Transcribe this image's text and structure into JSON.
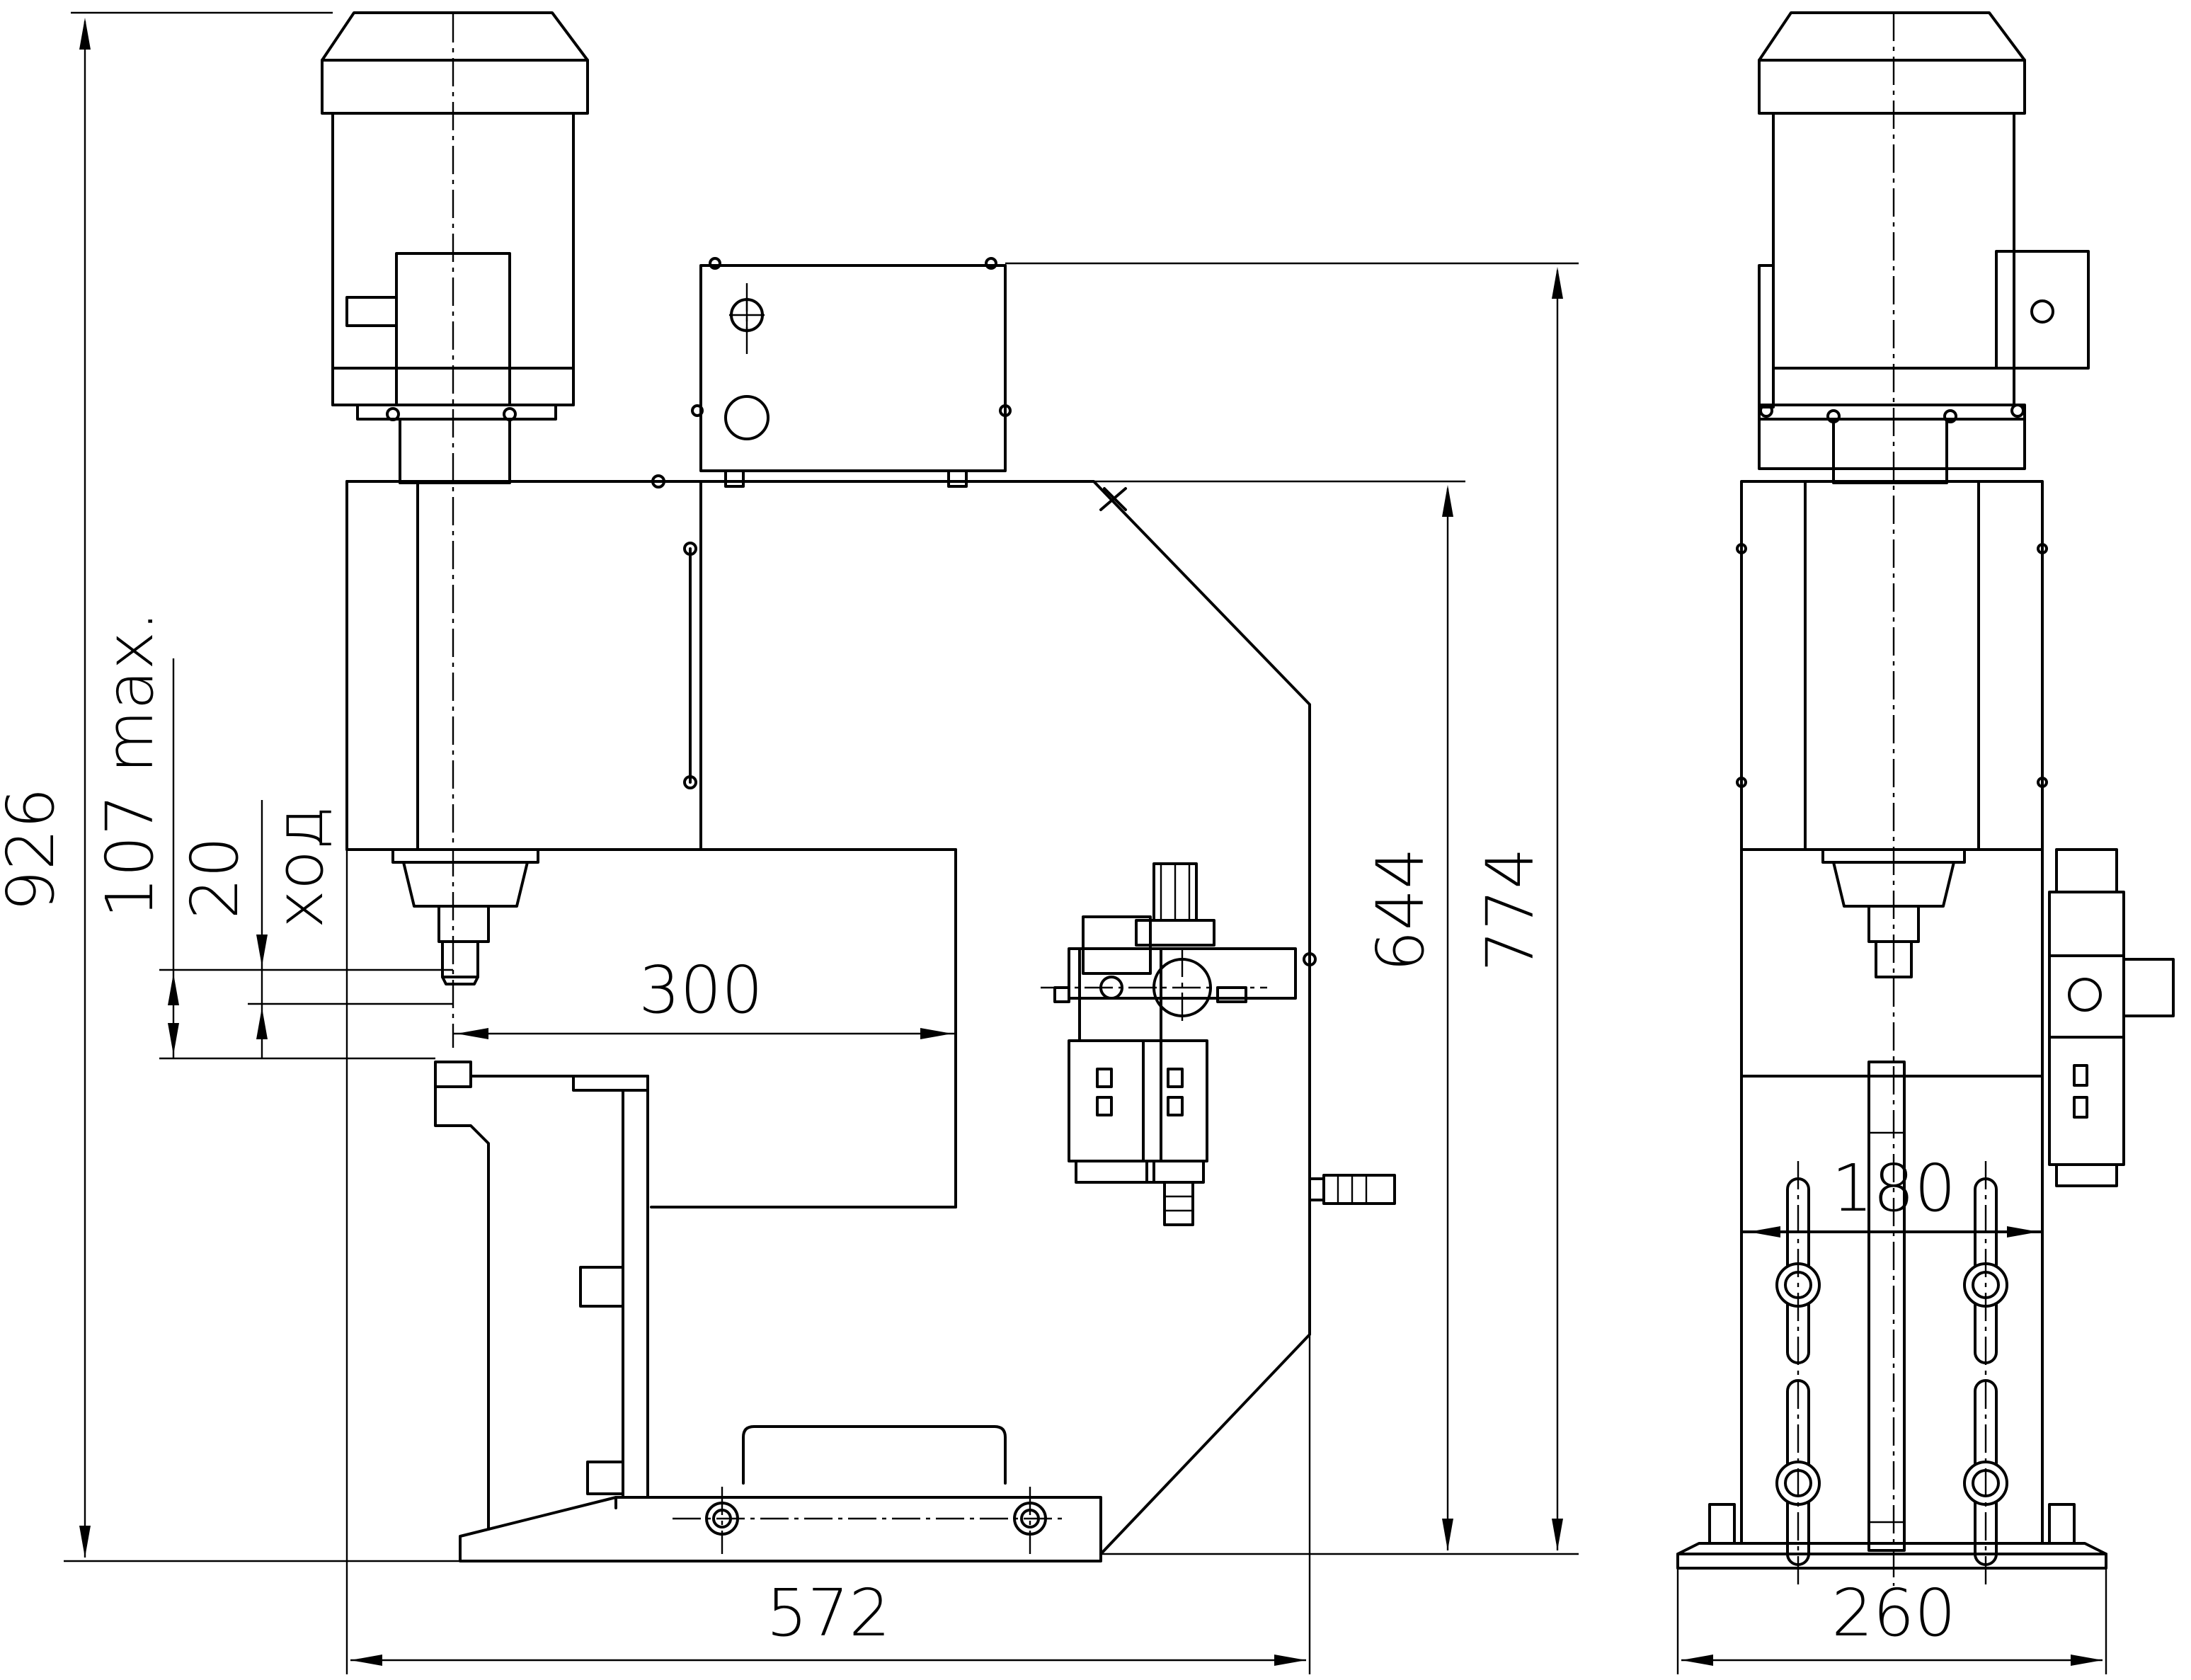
{
  "dimensions": {
    "overall_height": "926",
    "max_opening": "107 max.",
    "stroke_value": "20",
    "stroke_label": "ход",
    "throat_depth": "300",
    "table_height": "644",
    "frame_height": "774",
    "overall_width": "572",
    "slot_spacing": "180",
    "side_width": "260"
  }
}
